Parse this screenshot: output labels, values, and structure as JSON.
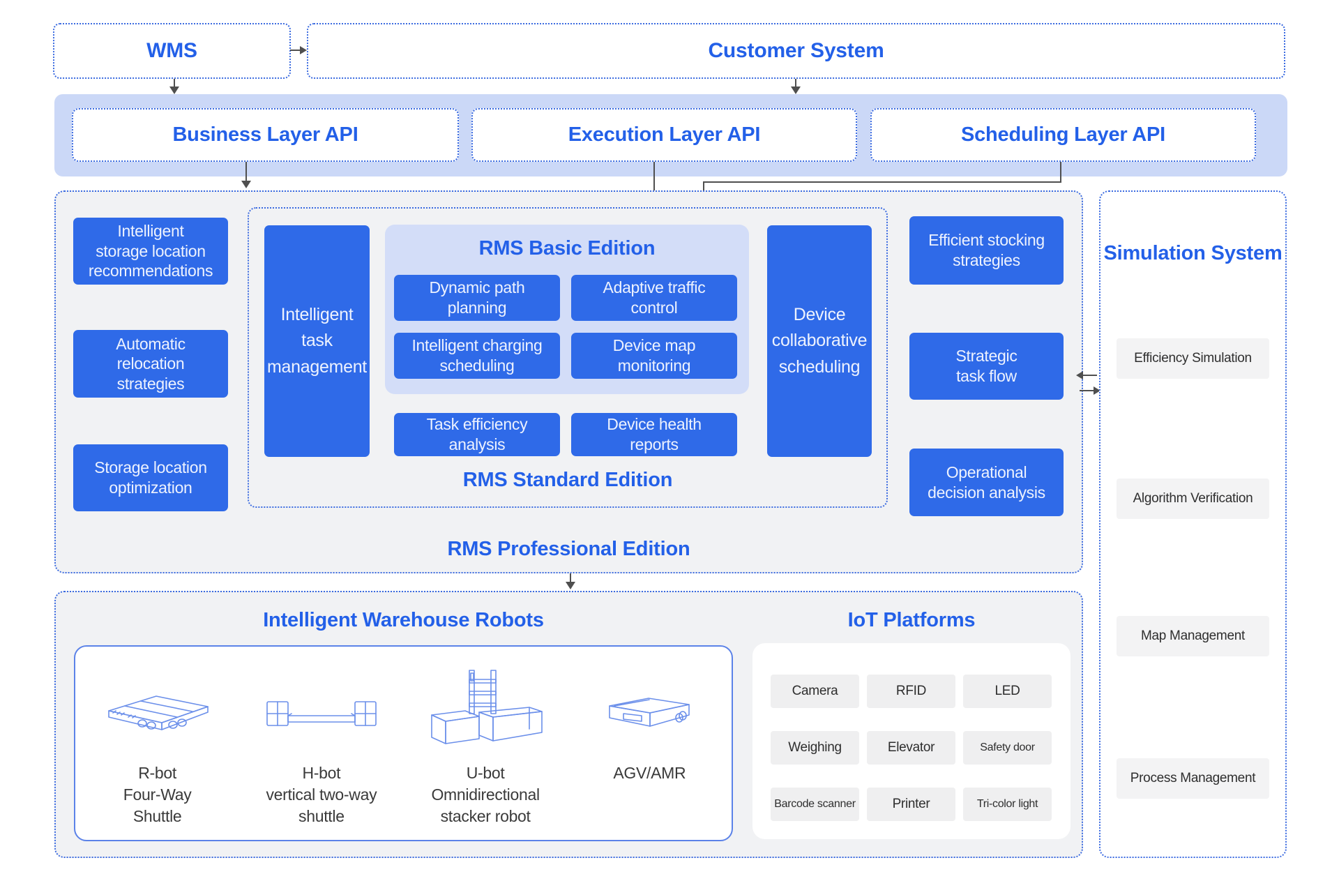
{
  "colors": {
    "box_blue": "#2f6ae8",
    "title_blue": "#2360e8",
    "api_band_bg": "#cbd8f7",
    "basic_panel_bg": "#d3ddf8",
    "section_bg": "#f1f2f4",
    "chip_bg": "#efeff0",
    "arrow": "#4f4f4f",
    "dotted_border": "#3a6ae0",
    "robot_outline": "#6b8fea"
  },
  "top_row": {
    "wms_label": "WMS",
    "customer_label": "Customer System"
  },
  "api_layer": {
    "business": "Business Layer API",
    "execution": "Execution Layer API",
    "scheduling": "Scheduling Layer API"
  },
  "professional": {
    "title": "RMS Professional Edition",
    "left": [
      "Intelligent\nstorage location\nrecommendations",
      "Automatic\nrelocation\nstrategies",
      "Storage location\noptimization"
    ],
    "right": [
      "Efficient stocking\nstrategies",
      "Strategic\ntask flow",
      "Operational\ndecision analysis"
    ],
    "standard": {
      "title": "RMS Standard Edition",
      "task_mgmt": "Intelligent\ntask\nmanagement",
      "device_sched": "Device\ncollaborative\nscheduling",
      "basic": {
        "title": "RMS Basic Edition",
        "boxes": [
          "Dynamic path\nplanning",
          "Adaptive traffic\ncontrol",
          "Intelligent charging\nscheduling",
          "Device map\nmonitoring"
        ]
      },
      "extra_boxes": [
        "Task efficiency\nanalysis",
        "Device health\nreports"
      ]
    }
  },
  "simulation": {
    "title": "Simulation System",
    "items": [
      "Efficiency Simulation",
      "Algorithm Verification",
      "Map Management",
      "Process Management"
    ]
  },
  "bottom": {
    "robots_title": "Intelligent Warehouse Robots",
    "iot_title": "IoT Platforms",
    "robots": [
      {
        "icon": "rbot-illustration",
        "label": "R-bot\nFour-Way\nShuttle"
      },
      {
        "icon": "hbot-illustration",
        "label": "H-bot\nvertical two-way\nshuttle"
      },
      {
        "icon": "ubot-illustration",
        "label": "U-bot\nOmnidirectional\nstacker robot"
      },
      {
        "icon": "agv-illustration",
        "label": "AGV/AMR"
      }
    ],
    "iot_items": [
      "Camera",
      "RFID",
      "LED",
      "Weighing",
      "Elevator",
      "Safety door",
      "Barcode scanner",
      "Printer",
      "Tri-color light"
    ]
  }
}
